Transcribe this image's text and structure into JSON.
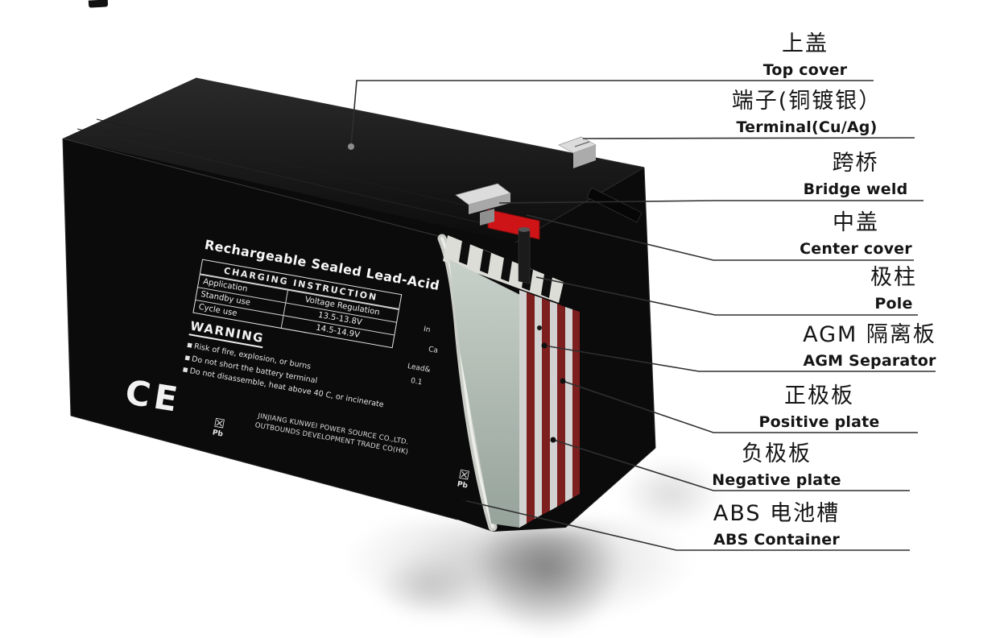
{
  "callouts": [
    {
      "cn": "上盖",
      "en": "Top cover"
    },
    {
      "cn": "端子(铜镀银）",
      "en": "Terminal(Cu/Ag)"
    },
    {
      "cn": "跨桥",
      "en": "Bridge weld"
    },
    {
      "cn": "中盖",
      "en": "Center cover"
    },
    {
      "cn": "极柱",
      "en": "Pole"
    },
    {
      "cn": "AGM 隔离板",
      "en": "AGM Separator"
    },
    {
      "cn": "正极板",
      "en": "Positive plate"
    },
    {
      "cn": "负极板",
      "en": "Negative plate"
    },
    {
      "cn": "ABS 电池槽",
      "en": "ABS Container"
    }
  ],
  "battery_label": {
    "title": "Rechargeable Sealed Lead-Acid",
    "table": {
      "header": "CHARGING INSTRUCTION",
      "rows": [
        {
          "c1": "Application",
          "c2": "Voltage Regulation"
        },
        {
          "c1": "Standby use",
          "c2": "13.5-13.8V"
        },
        {
          "c1": "Cycle use",
          "c2": "14.5-14.9V"
        }
      ]
    },
    "warning_title": "WARNING",
    "warnings": [
      "Risk of fire, explosion, or burns",
      "Do not short the battery terminal",
      "Do not disassemble, heat above 40 C, or incinerate"
    ],
    "company_lines": [
      "JINJIANG KUNWEI POWER SOURCE CO.,LTD.",
      "OUTBOUNDS DEVELOPMENT TRADE CO(HK)"
    ],
    "ce_mark": "CE",
    "pb_label": "Pb",
    "cut_fragments": [
      "In",
      "Ca",
      "Lead&",
      "0.1"
    ]
  },
  "icons": {
    "crossed_bin": "☒"
  },
  "colors": {
    "battery_black": "#0b0b0b",
    "positive_plate_red": "#7e1f1f",
    "negative_plate_gray": "#d2d2d2",
    "separator_gray_green": "#b9c6bc",
    "center_cover_red": "#cf1418",
    "terminal_silver": "#dcdcdc",
    "leader_line": "#2f2f2f"
  }
}
